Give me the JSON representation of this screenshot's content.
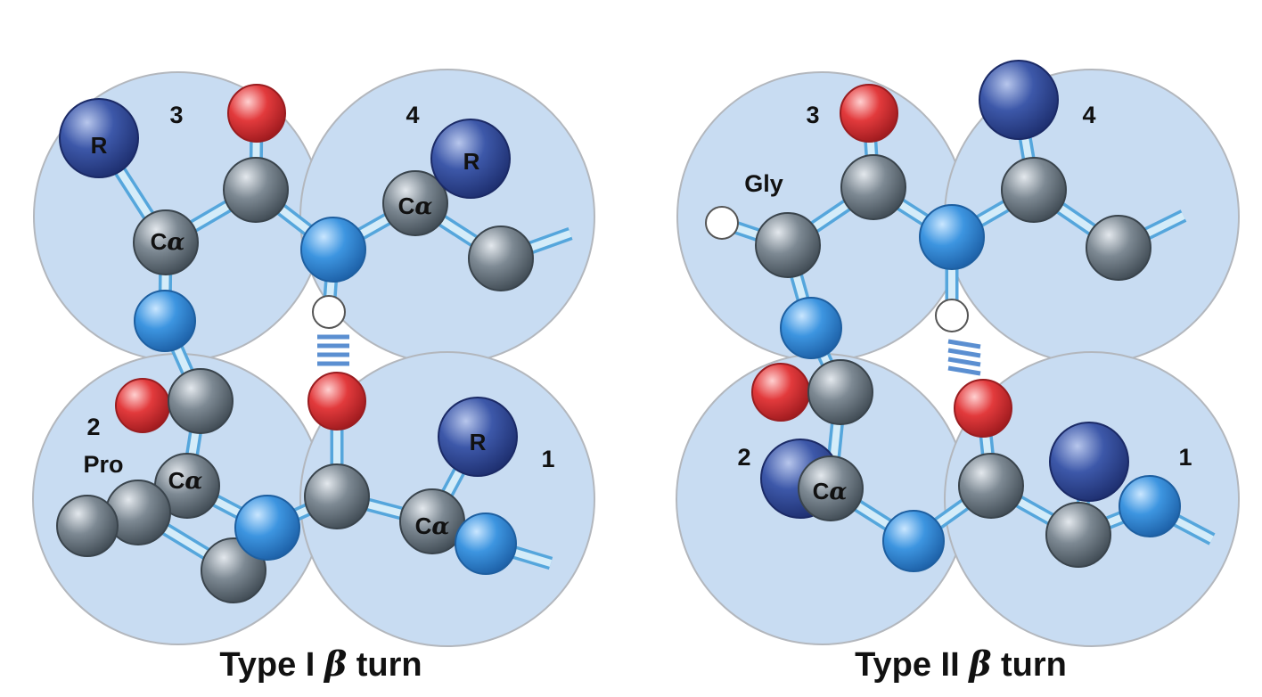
{
  "panels": [
    {
      "caption": {
        "prefix": "Type I",
        "greek": "β",
        "suffix": "turn"
      },
      "residue_numbers": [
        "1",
        "2",
        "3",
        "4"
      ],
      "labels": {
        "pro": "Pro",
        "r": "R",
        "ca": "C",
        "alpha": "α"
      }
    },
    {
      "caption": {
        "prefix": "Type II",
        "greek": "β",
        "suffix": "turn"
      },
      "residue_numbers": [
        "1",
        "2",
        "3",
        "4"
      ],
      "labels": {
        "gly": "Gly",
        "ca": "C",
        "alpha": "α"
      }
    }
  ],
  "colors": {
    "residue_sphere": "#c8dcf2",
    "residue_outline": "#b3b7bd",
    "bond": "#d4ecf9",
    "bond_outline": "#55a6dc",
    "carbon": "#5e6b76",
    "nitrogen": "#3b8fdb",
    "oxygen": "#e03a3c",
    "hydrogen": "#ffffff",
    "side_chain": "#2f4fa0",
    "hydrogen_bond": "#5b8fd1"
  }
}
